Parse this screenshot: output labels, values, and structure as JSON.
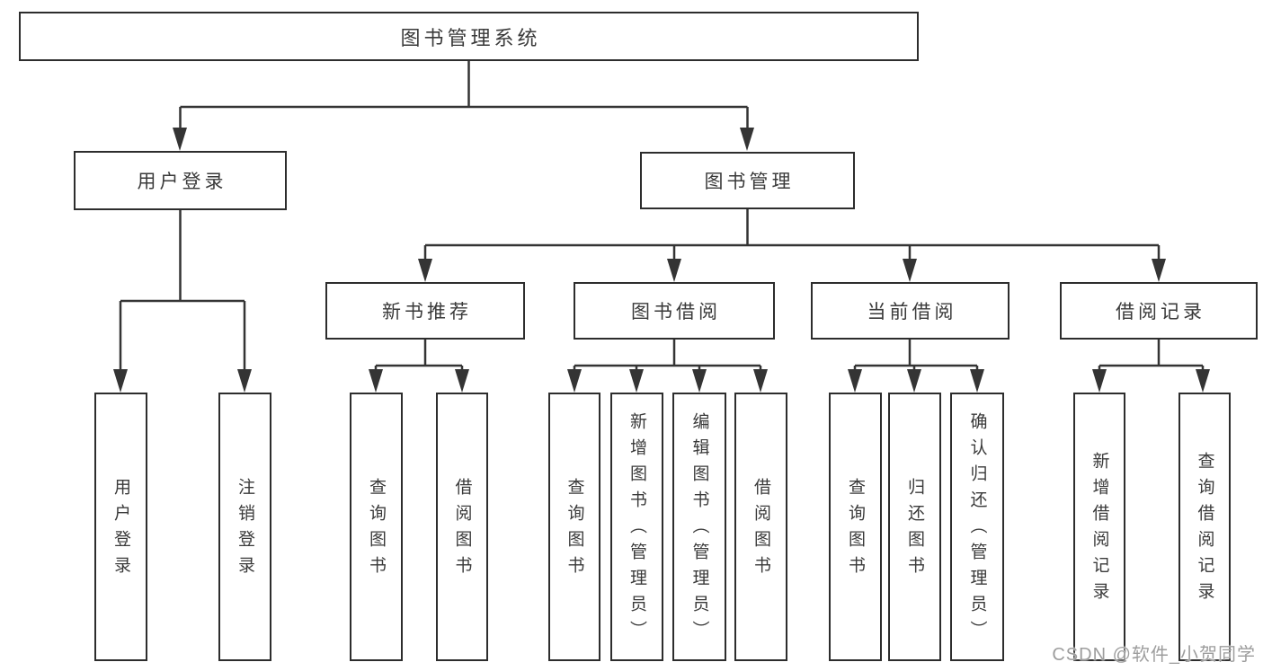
{
  "diagram": {
    "type": "tree",
    "title": "图书管理系统",
    "root": {
      "label": "图书管理系统",
      "children": [
        {
          "label": "用户登录",
          "children": [
            {
              "label": "用户登录"
            },
            {
              "label": "注销登录"
            }
          ]
        },
        {
          "label": "图书管理",
          "children": [
            {
              "label": "新书推荐",
              "children": [
                {
                  "label": "查询图书"
                },
                {
                  "label": "借阅图书"
                }
              ]
            },
            {
              "label": "图书借阅",
              "children": [
                {
                  "label": "查询图书"
                },
                {
                  "label": "新增图书（管理员）"
                },
                {
                  "label": "编辑图书（管理员）"
                },
                {
                  "label": "借阅图书"
                }
              ]
            },
            {
              "label": "当前借阅",
              "children": [
                {
                  "label": "查询图书"
                },
                {
                  "label": "归还图书"
                },
                {
                  "label": "确认归还（管理员）"
                }
              ]
            },
            {
              "label": "借阅记录",
              "children": [
                {
                  "label": "新增借阅记录"
                },
                {
                  "label": "查询借阅记录"
                }
              ]
            }
          ]
        }
      ]
    },
    "colors": {
      "line": "#343434",
      "box_border": "#2d2d2d",
      "box_fill": "#ffffff",
      "text": "#3a3a3a",
      "watermark": "#9d9d9d",
      "background": "#ffffff"
    }
  },
  "watermark": {
    "text": "CSDN @软件_小贺同学"
  }
}
